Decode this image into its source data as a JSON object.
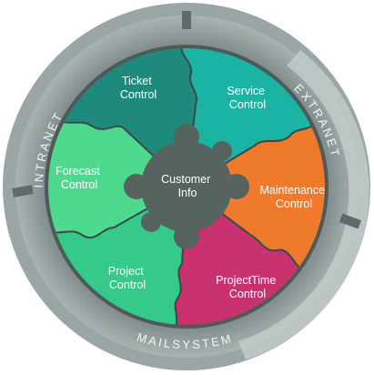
{
  "ring": {
    "left_label": "INTRANET",
    "right_label": "EXTRANET",
    "bottom_label": "MAILSYSTEM"
  },
  "center": {
    "line1": "Customer",
    "line2": "Info",
    "color": "#56635f"
  },
  "pieces": [
    {
      "line1": "Ticket",
      "line2": "Control",
      "color": "#1e8a7d"
    },
    {
      "line1": "Service",
      "line2": "Control",
      "color": "#1bb3a3"
    },
    {
      "line1": "Maintenance",
      "line2": "Control",
      "color": "#f07a2c"
    },
    {
      "line1": "ProjectTime",
      "line2": "Control",
      "color": "#c8326e"
    },
    {
      "line1": "Project",
      "line2": "Control",
      "color": "#35c98a"
    },
    {
      "line1": "Forecast",
      "line2": "Control",
      "color": "#4fd98e"
    }
  ],
  "colors": {
    "outer_ring": "#9aa6a5",
    "ring_band": "#7f8b8a",
    "bright_arc": "#c7cfcd"
  }
}
